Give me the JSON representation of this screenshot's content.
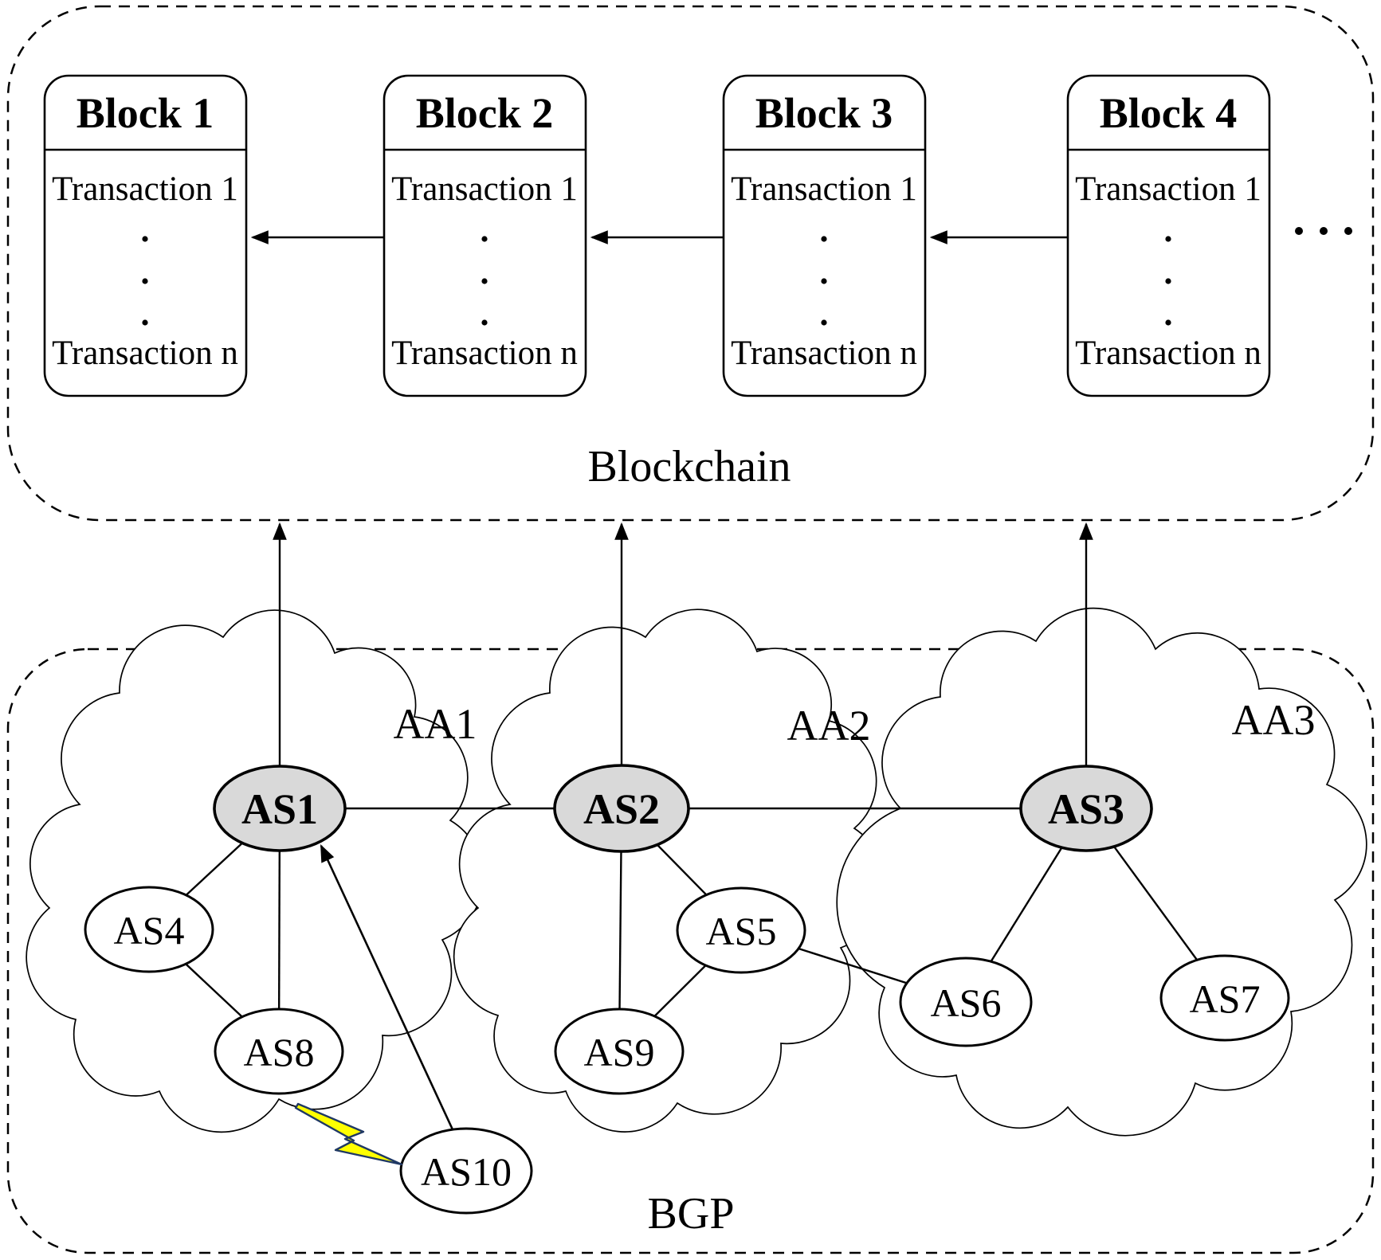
{
  "diagram": {
    "blockchain": {
      "label": "Blockchain",
      "more_blocks": "...",
      "transactions_gap": "...",
      "blocks": [
        {
          "title": "Block 1",
          "first_tx": "Transaction 1",
          "last_tx": "Transaction n"
        },
        {
          "title": "Block 2",
          "first_tx": "Transaction 1",
          "last_tx": "Transaction n"
        },
        {
          "title": "Block 3",
          "first_tx": "Transaction 1",
          "last_tx": "Transaction n"
        },
        {
          "title": "Block 4",
          "first_tx": "Transaction 1",
          "last_tx": "Transaction n"
        }
      ]
    },
    "bgp": {
      "label": "BGP",
      "areas": [
        {
          "label": "AA1"
        },
        {
          "label": "AA2"
        },
        {
          "label": "AA3"
        }
      ],
      "nodes": [
        {
          "label": "AS1",
          "role": "leader",
          "area": "AA1"
        },
        {
          "label": "AS2",
          "role": "leader",
          "area": "AA2"
        },
        {
          "label": "AS3",
          "role": "leader",
          "area": "AA3"
        },
        {
          "label": "AS4",
          "role": "member",
          "area": "AA1"
        },
        {
          "label": "AS5",
          "role": "member",
          "area": "AA2"
        },
        {
          "label": "AS6",
          "role": "member",
          "area": "AA3"
        },
        {
          "label": "AS7",
          "role": "member",
          "area": "AA3"
        },
        {
          "label": "AS8",
          "role": "member",
          "area": "AA1"
        },
        {
          "label": "AS9",
          "role": "member",
          "area": "AA2"
        },
        {
          "label": "AS10",
          "role": "external",
          "area": ""
        }
      ],
      "links": [
        [
          "AS1",
          "AS4"
        ],
        [
          "AS1",
          "AS8"
        ],
        [
          "AS4",
          "AS8"
        ],
        [
          "AS1",
          "AS2"
        ],
        [
          "AS2",
          "AS3"
        ],
        [
          "AS2",
          "AS5"
        ],
        [
          "AS2",
          "AS9"
        ],
        [
          "AS5",
          "AS9"
        ],
        [
          "AS5",
          "AS6"
        ],
        [
          "AS3",
          "AS6"
        ],
        [
          "AS3",
          "AS7"
        ]
      ],
      "hijack_arrow": {
        "from": "AS10",
        "to": "AS1"
      },
      "attack": {
        "between": [
          "AS8",
          "AS10"
        ],
        "symbol": "lightning-bolt"
      },
      "submit_arrows_to_blockchain": [
        "AS1",
        "AS2",
        "AS3"
      ]
    },
    "colors": {
      "leader_fill": "#d9d9d9",
      "member_fill": "#ffffff",
      "line": "#000000",
      "bolt_fill": "#ffff00",
      "bolt_outline": "#1f3864"
    }
  }
}
